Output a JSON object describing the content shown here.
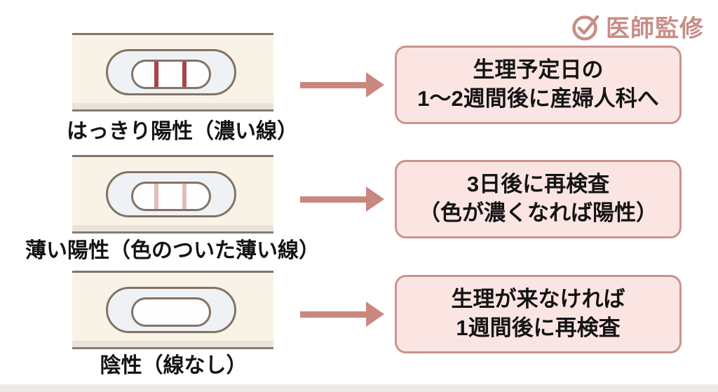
{
  "badge": {
    "label": "医師監修",
    "icon": "check-circle-icon"
  },
  "colors": {
    "accent_rose": "#c9887f",
    "badge_text": "#c78e87",
    "box_fill": "#fbe5e3",
    "box_border": "#ca938e",
    "dark_test_line": "#a8444e",
    "faint_test_line": "#e3bdb5"
  },
  "rows": [
    {
      "test_label": "はっきり陽性（濃い線）",
      "line_style": "dark",
      "result_line1": "生理予定日の",
      "result_line2": "1〜2週間後に産婦人科へ"
    },
    {
      "test_label": "薄い陽性（色のついた薄い線）",
      "line_style": "faint",
      "result_line1": "3日後に再検査",
      "result_line2": "（色が濃くなれば陽性）"
    },
    {
      "test_label": "陰性（線なし）",
      "line_style": "none",
      "result_line1": "生理が来なければ",
      "result_line2": "1週間後に再検査"
    }
  ]
}
